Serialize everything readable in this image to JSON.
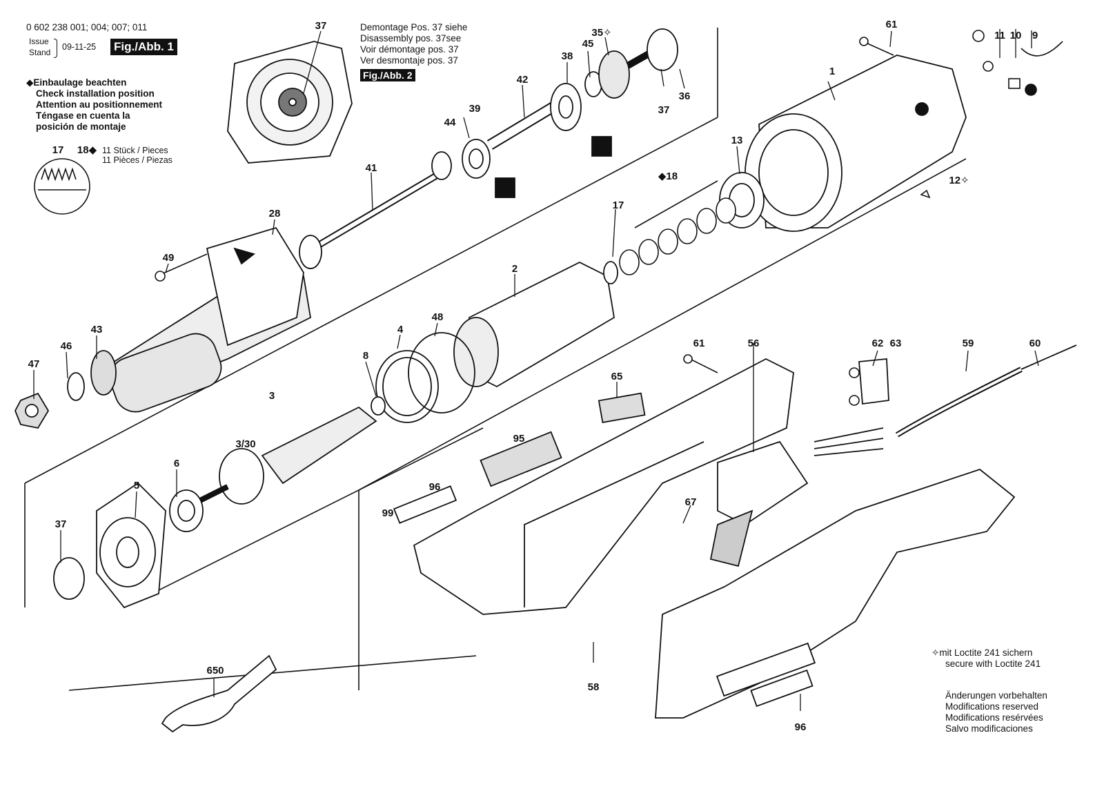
{
  "header": {
    "part_number": "0 602 238 001; 004; 007; 011",
    "issue": "Issue",
    "stand": "Stand",
    "date": "09-11-25",
    "fig1": "Fig./Abb. 1",
    "fig2": "Fig./Abb. 2"
  },
  "install_note": {
    "de": "Einbaulage beachten",
    "en": "Check installation position",
    "fr": "Attention au positionnement",
    "es1": "Téngase en cuenta la",
    "es2": "posición de montaje"
  },
  "qty_note": {
    "line1": "11 Stück / Pieces",
    "line2": "11 Pièces / Piezas"
  },
  "disassembly_note": {
    "de": "Demontage Pos. 37 siehe",
    "en": "Disassembly pos. 37see",
    "fr": "Voir démontage pos. 37",
    "es": "Ver desmontaje pos. 37"
  },
  "loctite_note": {
    "de": "mit Loctite 241 sichern",
    "en": "secure with Loctite 241"
  },
  "modifications": {
    "de": "Änderungen vorbehalten",
    "en": "Modifications reserved",
    "fr": "Modifications resérvées",
    "es": "Salvo modificaciones"
  },
  "labels": {
    "p37_top": "37",
    "p35": "35",
    "p45": "45",
    "p38": "38",
    "p42": "42",
    "p36": "36",
    "p37_r": "37",
    "p39": "39",
    "p44": "44",
    "p41": "41",
    "p61_top": "61",
    "p1": "1",
    "p11": "11",
    "p10": "10",
    "p9": "9",
    "p13": "13",
    "p12": "12",
    "p17_det": "17",
    "p18_det": "18",
    "p18": "18",
    "p17": "17",
    "p28": "28",
    "p49": "49",
    "p43": "43",
    "p46": "46",
    "p47": "47",
    "p2": "2",
    "p48": "48",
    "p4": "4",
    "p8": "8",
    "p3": "3",
    "p330": "3/30",
    "p6": "6",
    "p5": "5",
    "p37_bl": "37",
    "p61_mid": "61",
    "p56": "56",
    "p65": "65",
    "p62": "62",
    "p63": "63",
    "p59": "59",
    "p60": "60",
    "p95": "95",
    "p96_top": "96",
    "p99": "99",
    "p67": "67",
    "p58": "58",
    "p96_bot": "96",
    "p650": "650"
  }
}
